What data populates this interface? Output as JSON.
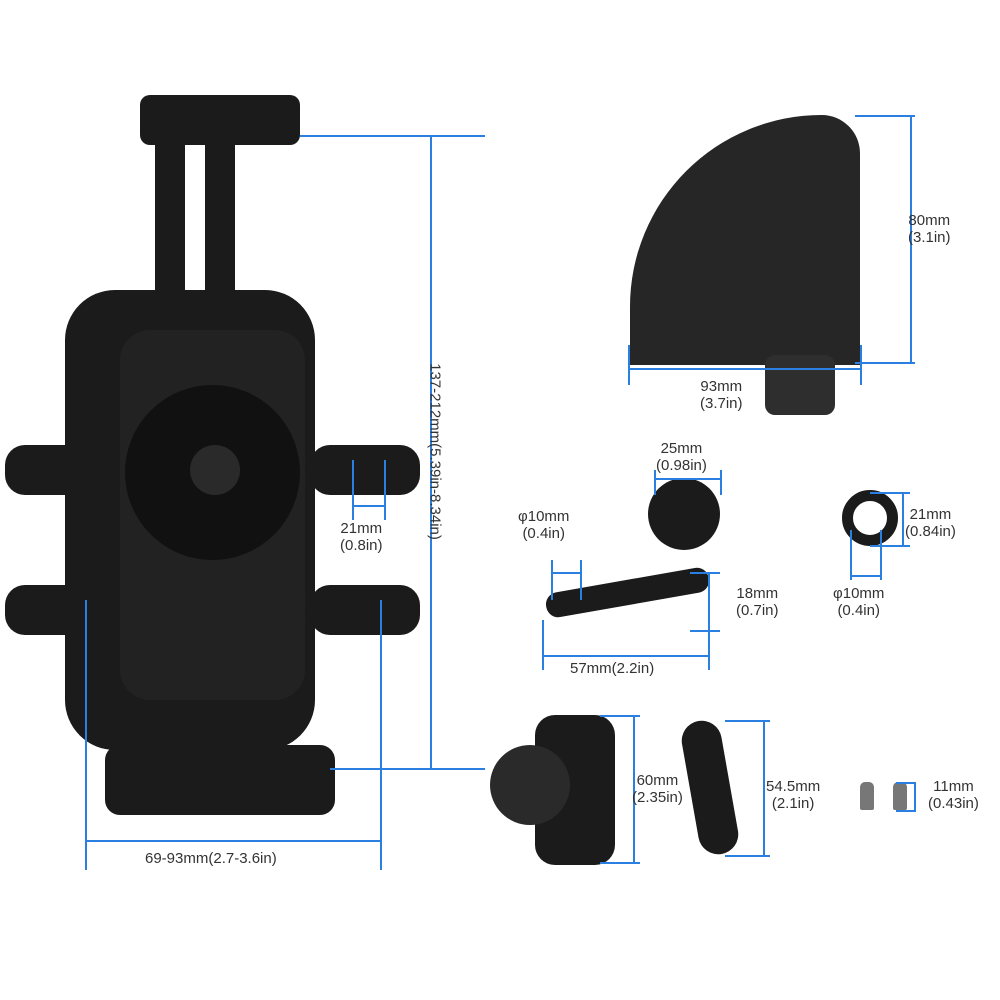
{
  "accent_color": "#2b7fe0",
  "holder": {
    "height": "137-212mm(5.39in-8.34in)",
    "width": "69-93mm(2.7-3.6in)",
    "arm_mm": "21mm",
    "arm_in": "(0.8in)"
  },
  "visor": {
    "height_mm": "80mm",
    "height_in": "(3.1in)",
    "width_mm": "93mm",
    "width_in": "(3.7in)"
  },
  "ball_mount": {
    "ball_mm": "25mm",
    "ball_in": "(0.98in)",
    "hole_mm": "φ10mm",
    "hole_in": "(0.4in)",
    "height_mm": "18mm",
    "height_in": "(0.7in)",
    "length": "57mm(2.2in)"
  },
  "washer": {
    "outer_mm": "21mm",
    "outer_in": "(0.84in)",
    "inner_mm": "φ10mm",
    "inner_in": "(0.4in)"
  },
  "clamp": {
    "height_mm": "60mm",
    "height_in": "(2.35in)"
  },
  "arm": {
    "height_mm": "54.5mm",
    "height_in": "(2.1in)"
  },
  "screw": {
    "length_mm": "11mm",
    "length_in": "(0.43in)"
  }
}
